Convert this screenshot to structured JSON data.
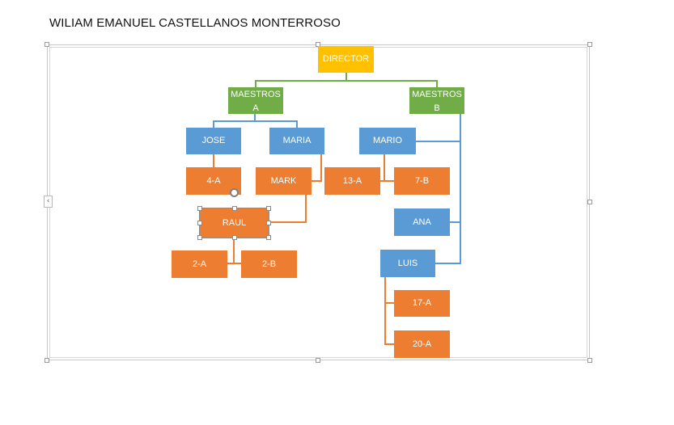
{
  "document": {
    "title": "WILIAM EMANUEL CASTELLANOS MONTERROSO"
  },
  "colors": {
    "yellow": "#ffc000",
    "green": "#70ad47",
    "blue": "#5b9bd5",
    "orange": "#ed7d31"
  },
  "icons": {
    "collapse": "chevron-left-icon"
  },
  "org_chart": {
    "director": "DIRECTOR",
    "maestros_a": "MAESTROS\nA",
    "maestros_b": "MAESTROS\nB",
    "jose": "JOSE",
    "maria": "MARIA",
    "mario": "MARIO",
    "g_4a": "4-A",
    "mark": "MARK",
    "g_13a": "13-A",
    "g_7b": "7-B",
    "raul": "RAUL",
    "g_2a": "2-A",
    "g_2b": "2-B",
    "ana": "ANA",
    "luis": "LUIS",
    "g_17a": "17-A",
    "g_20a": "20-A"
  }
}
